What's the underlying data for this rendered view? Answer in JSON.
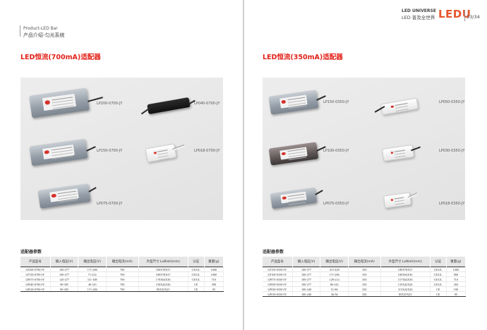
{
  "left": {
    "header_en": "Product-LED Bar",
    "header_cn": "产品介绍-匀光系统",
    "section_title": "LED恒流(700mA)适配器",
    "products": [
      "LP200-0700-JY",
      "LP040-0700-JY",
      "LP150-0700-JY",
      "LP018-0700-JY",
      "LP075-0700-JY"
    ],
    "table_title": "适配器参数",
    "table": {
      "headers": [
        "产品型号",
        "输入电压(V)",
        "输出电压(V)",
        "输出电流(mA)",
        "外型尺寸 LxWxH(mm)",
        "认证",
        "重量(g)"
      ],
      "rows": [
        [
          "LP200-0700-JY",
          "100-277",
          "171-286",
          "700",
          "180X78X37",
          "CE/UL",
          "1600"
        ],
        [
          "LP150-0700-JY",
          "100-277",
          "71-214",
          "700",
          "180X78X37",
          "CE/UL",
          "1000"
        ],
        [
          "LP075-0700-JY",
          "120-277",
          "111-108",
          "700",
          "170X64X36",
          "CE/UL",
          "710"
        ],
        [
          "LP040-0700-JY",
          "90-305",
          "40-145",
          "700",
          "150X42X26",
          "CE",
          "390"
        ],
        [
          "LP018-0700-JY",
          "90-305",
          "171-286",
          "700",
          "85X35X25",
          "CE",
          "95"
        ]
      ]
    }
  },
  "right": {
    "brand_en": "LED UNIVERSE",
    "brand_cn": "LED 普及全世界",
    "logo": "LEDU",
    "page_number": "33/34",
    "section_title": "LED恒流(350mA)适配器",
    "products": [
      "LP150-0350-JY",
      "LP050-0350-JY",
      "LP100-0350-JY",
      "LP030-0350-JY",
      "LP075-0350-JY",
      "LP018-0350-JY"
    ],
    "table_title": "适配器参数",
    "table": {
      "headers": [
        "产品型号",
        "输入电压(V)",
        "输出电压(V)",
        "输出电流(mA)",
        "外型尺寸 LxWxH(mm)",
        "认证",
        "重量(g)"
      ],
      "rows": [
        [
          "LP150-0350-JY",
          "100-277",
          "215-429",
          "350",
          "180X78X37",
          "CE/UL",
          "1000"
        ],
        [
          "LP100-0350-JY",
          "100-277",
          "171-286",
          "350",
          "180X64X36",
          "CE/UL",
          "900"
        ],
        [
          "LP075-0350-JY",
          "100-277",
          "129-214",
          "350",
          "157X64X36",
          "CE/UL",
          "710"
        ],
        [
          "LP050-0350-JY",
          "100-277",
          "86-143",
          "350",
          "135X42X26",
          "CE/UL",
          "450"
        ],
        [
          "LP030-0350-JY",
          "100-240",
          "51-86",
          "350",
          "115X42X26",
          "CE",
          "190"
        ],
        [
          "LP018-0350-JY",
          "100-240",
          "36-56",
          "350",
          "85X35X25",
          "CE",
          "95"
        ]
      ]
    }
  }
}
